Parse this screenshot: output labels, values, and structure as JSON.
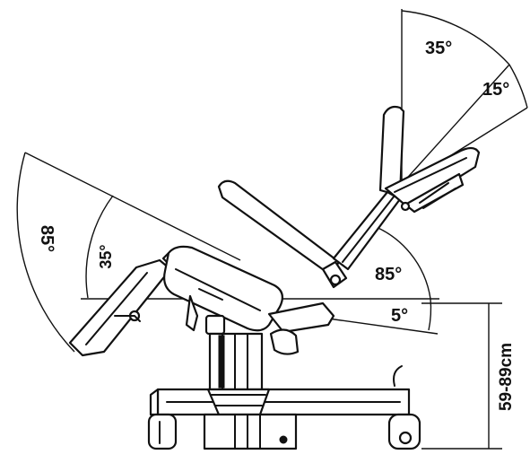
{
  "angles": {
    "leg_full": "85°",
    "leg_partial": "35°",
    "back_recline": "85°",
    "seat_tilt": "5°",
    "head_tilt": "35°",
    "head_partial": "15°"
  },
  "height": {
    "range": "59-89cm"
  }
}
